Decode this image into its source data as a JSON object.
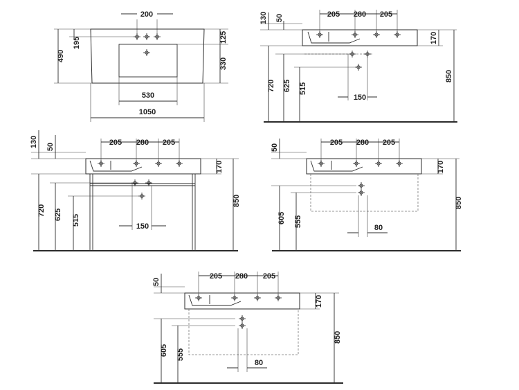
{
  "top_view": {
    "dims": {
      "tap_spacing": "200",
      "depth": "490",
      "tap_row": "195",
      "front": "125",
      "bowl_depth": "330",
      "bowl_width": "530",
      "width": "1050"
    }
  },
  "side_view_wall": {
    "dims": {
      "top_h": "130",
      "rim": "50",
      "left": "205",
      "mid": "280",
      "right": "205",
      "basin_h": "170",
      "height_720": "720",
      "height_625": "625",
      "height_515": "515",
      "drain_offset": "150",
      "total": "850"
    }
  },
  "console_view": {
    "dims": {
      "top_h": "130",
      "rim": "50",
      "left": "205",
      "mid": "280",
      "right": "205",
      "basin_h": "170",
      "height_720": "720",
      "height_625": "625",
      "height_515": "515",
      "drain_offset": "150",
      "total": "850"
    }
  },
  "vanity_view_1": {
    "dims": {
      "rim": "50",
      "left": "205",
      "mid": "280",
      "right": "205",
      "basin_h": "170",
      "height_605": "605",
      "height_555": "555",
      "trap_offset": "80",
      "total": "850"
    }
  },
  "vanity_view_2": {
    "dims": {
      "rim": "50",
      "left": "205",
      "mid": "280",
      "right": "205",
      "basin_h": "170",
      "height_605": "605",
      "height_555": "555",
      "trap_offset": "80",
      "total": "850"
    }
  }
}
